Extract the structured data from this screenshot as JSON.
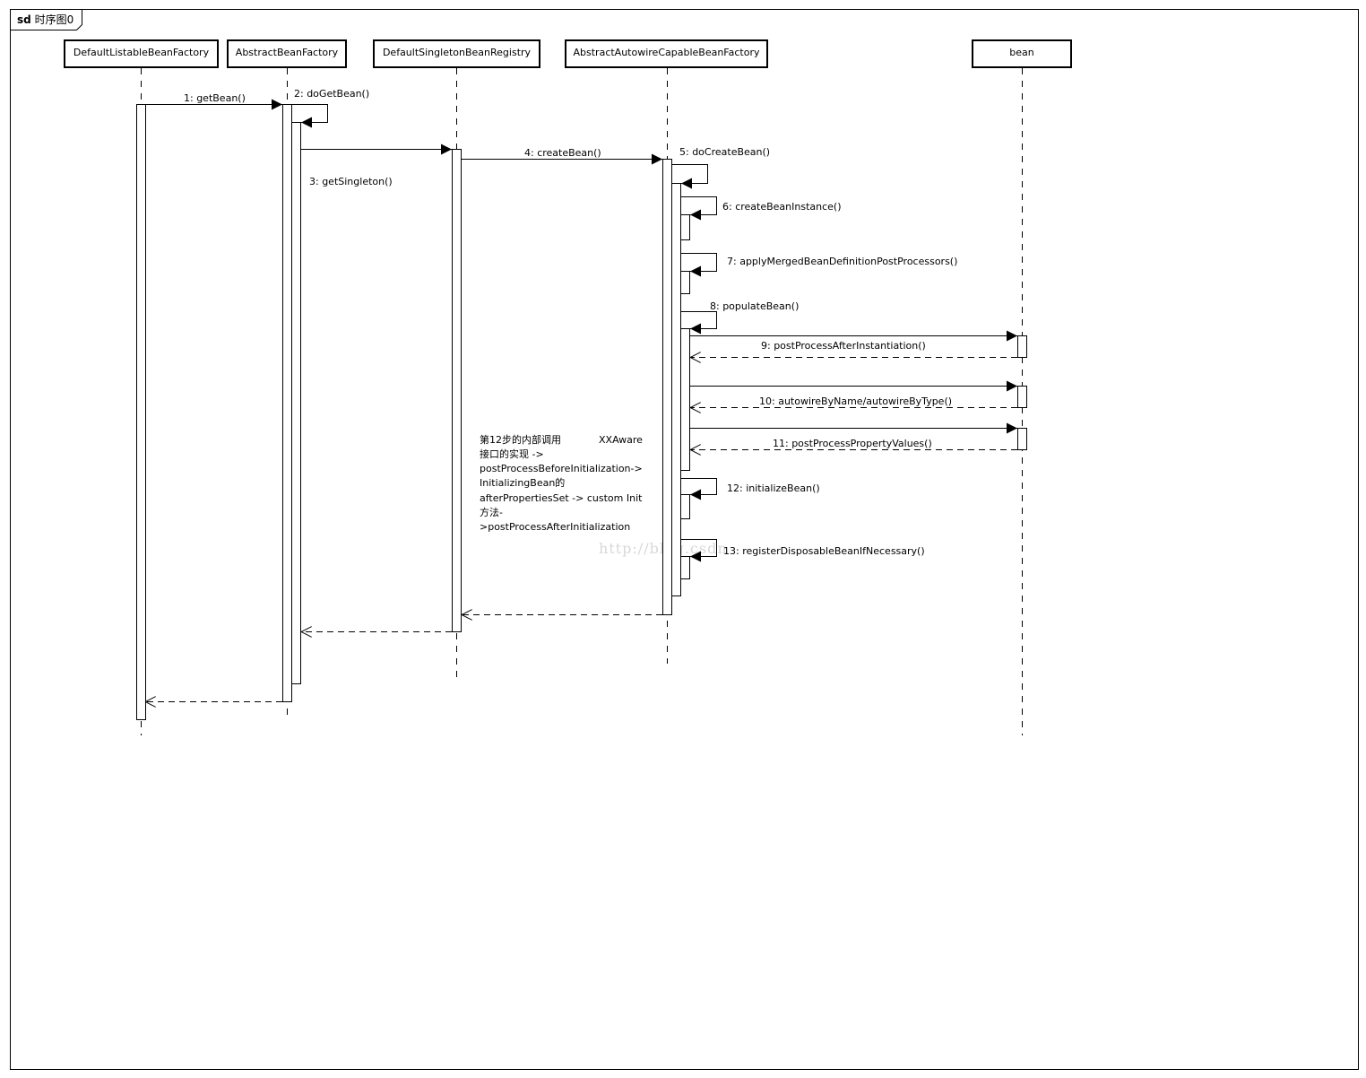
{
  "frame": {
    "keyword": "sd",
    "name": "时序图0"
  },
  "participants": [
    {
      "id": "p1",
      "name": "DefaultListableBeanFactory"
    },
    {
      "id": "p2",
      "name": "AbstractBeanFactory"
    },
    {
      "id": "p3",
      "name": "DefaultSingletonBeanRegistry"
    },
    {
      "id": "p4",
      "name": "AbstractAutowireCapableBeanFactory"
    },
    {
      "id": "p5",
      "name": "bean"
    }
  ],
  "messages": [
    {
      "id": "m1",
      "label": "1: getBean()"
    },
    {
      "id": "m2",
      "label": "2: doGetBean()"
    },
    {
      "id": "m3",
      "label": "3: getSingleton()"
    },
    {
      "id": "m4",
      "label": "4: createBean()"
    },
    {
      "id": "m5",
      "label": "5: doCreateBean()"
    },
    {
      "id": "m6",
      "label": "6: createBeanInstance()"
    },
    {
      "id": "m7",
      "label": "7: applyMergedBeanDefinitionPostProcessors()"
    },
    {
      "id": "m8",
      "label": "8: populateBean()"
    },
    {
      "id": "m9",
      "label": "9: postProcessAfterInstantiation()"
    },
    {
      "id": "m10",
      "label": "10: autowireByName/autowireByType()"
    },
    {
      "id": "m11",
      "label": "11: postProcessPropertyValues()"
    },
    {
      "id": "m12",
      "label": "12: initializeBean()"
    },
    {
      "id": "m13",
      "label": "13: registerDisposableBeanIfNecessary()"
    }
  ],
  "note": {
    "lines": [
      "第12步的内部调用",
      "接口的实现  ->",
      "postProcessBeforeInitialization->",
      "InitializingBean的",
      "afterPropertiesSet ->  custom Init",
      "方法-",
      ">postProcessAfterInitialization"
    ],
    "aside": "XXAware"
  },
  "watermark": "http://blog.csdn"
}
